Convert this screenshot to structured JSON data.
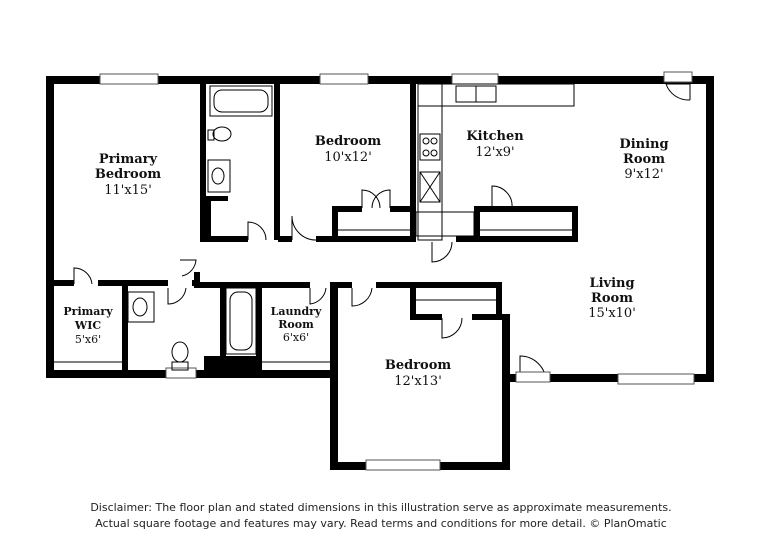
{
  "rooms": {
    "primary_bedroom": {
      "name_line1": "Primary",
      "name_line2": "Bedroom",
      "dims": "11'x15'"
    },
    "bedroom_top": {
      "name": "Bedroom",
      "dims": "10'x12'"
    },
    "kitchen": {
      "name": "Kitchen",
      "dims": "12'x9'"
    },
    "dining_room": {
      "name_line1": "Dining",
      "name_line2": "Room",
      "dims": "9'x12'"
    },
    "living_room": {
      "name_line1": "Living",
      "name_line2": "Room",
      "dims": "15'x10'"
    },
    "primary_wic": {
      "name_line1": "Primary",
      "name_line2": "WIC",
      "dims": "5'x6'"
    },
    "laundry_room": {
      "name_line1": "Laundry",
      "name_line2": "Room",
      "dims": "6'x6'"
    },
    "bedroom_bottom": {
      "name": "Bedroom",
      "dims": "12'x13'"
    }
  },
  "disclaimer": {
    "line1": "Disclaimer: The floor plan and stated dimensions in this illustration serve as approximate measurements.",
    "line2": "Actual square footage and features may vary. Read terms and conditions for more detail. © PlanOmatic"
  }
}
